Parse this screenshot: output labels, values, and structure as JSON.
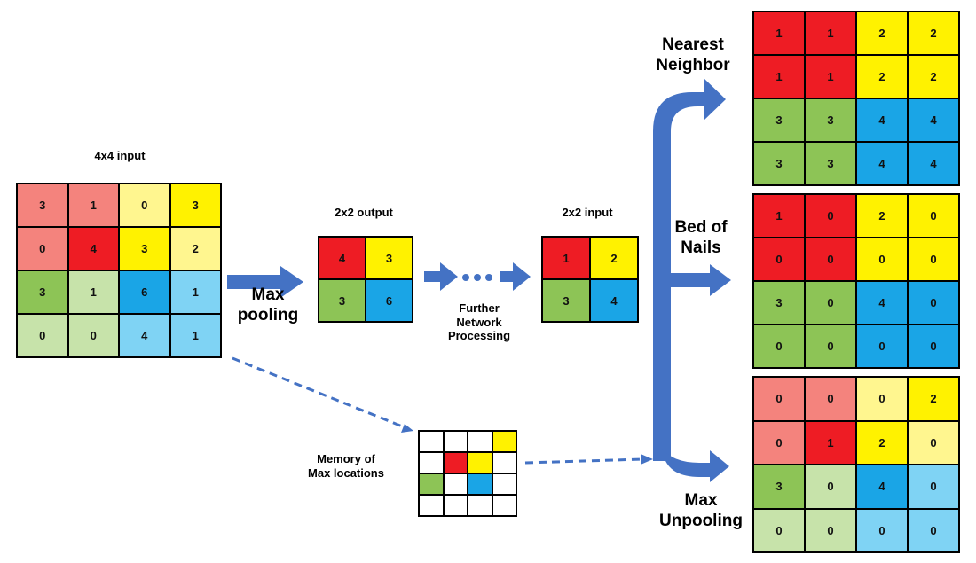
{
  "colors": {
    "red": "#ee1c24",
    "pink": "#f4837d",
    "yellow": "#fff200",
    "light_yellow": "#fff68f",
    "green": "#8dc456",
    "light_green": "#c7e3aa",
    "blue": "#1aa5e6",
    "light_blue": "#7fd3f4",
    "white": "#ffffff",
    "arrow": "#4472c4"
  },
  "labels": {
    "input_4x4": "4x4 input",
    "max_pooling": "Max\npooling",
    "output_2x2": "2x2 output",
    "further": "Further\nNetwork\nProcessing",
    "input_2x2": "2x2 input",
    "nearest_neighbor": "Nearest\nNeighbor",
    "bed_of_nails": "Bed of\nNails",
    "max_unpooling": "Max\nUnpooling",
    "memory": "Memory of\nMax locations"
  },
  "grids": {
    "input_4x4": {
      "values": [
        [
          "3",
          "1",
          "0",
          "3"
        ],
        [
          "0",
          "4",
          "3",
          "2"
        ],
        [
          "3",
          "1",
          "6",
          "1"
        ],
        [
          "0",
          "0",
          "4",
          "1"
        ]
      ],
      "colors": [
        [
          "pink",
          "pink",
          "light_yellow",
          "yellow"
        ],
        [
          "pink",
          "red",
          "yellow",
          "light_yellow"
        ],
        [
          "green",
          "light_green",
          "blue",
          "light_blue"
        ],
        [
          "light_green",
          "light_green",
          "light_blue",
          "light_blue"
        ]
      ]
    },
    "output_2x2": {
      "values": [
        [
          "4",
          "3"
        ],
        [
          "3",
          "6"
        ]
      ],
      "colors": [
        [
          "red",
          "yellow"
        ],
        [
          "green",
          "blue"
        ]
      ]
    },
    "input_2x2": {
      "values": [
        [
          "1",
          "2"
        ],
        [
          "3",
          "4"
        ]
      ],
      "colors": [
        [
          "red",
          "yellow"
        ],
        [
          "green",
          "blue"
        ]
      ]
    },
    "memory": {
      "values": [
        [
          "",
          "",
          "",
          ""
        ],
        [
          "",
          "",
          "",
          ""
        ],
        [
          "",
          "",
          "",
          ""
        ],
        [
          "",
          "",
          "",
          ""
        ]
      ],
      "colors": [
        [
          "white",
          "white",
          "white",
          "yellow"
        ],
        [
          "white",
          "red",
          "yellow",
          "white"
        ],
        [
          "green",
          "white",
          "blue",
          "white"
        ],
        [
          "white",
          "white",
          "white",
          "white"
        ]
      ]
    },
    "nearest_neighbor": {
      "values": [
        [
          "1",
          "1",
          "2",
          "2"
        ],
        [
          "1",
          "1",
          "2",
          "2"
        ],
        [
          "3",
          "3",
          "4",
          "4"
        ],
        [
          "3",
          "3",
          "4",
          "4"
        ]
      ],
      "colors": [
        [
          "red",
          "red",
          "yellow",
          "yellow"
        ],
        [
          "red",
          "red",
          "yellow",
          "yellow"
        ],
        [
          "green",
          "green",
          "blue",
          "blue"
        ],
        [
          "green",
          "green",
          "blue",
          "blue"
        ]
      ]
    },
    "bed_of_nails": {
      "values": [
        [
          "1",
          "0",
          "2",
          "0"
        ],
        [
          "0",
          "0",
          "0",
          "0"
        ],
        [
          "3",
          "0",
          "4",
          "0"
        ],
        [
          "0",
          "0",
          "0",
          "0"
        ]
      ],
      "colors": [
        [
          "red",
          "red",
          "yellow",
          "yellow"
        ],
        [
          "red",
          "red",
          "yellow",
          "yellow"
        ],
        [
          "green",
          "green",
          "blue",
          "blue"
        ],
        [
          "green",
          "green",
          "blue",
          "blue"
        ]
      ]
    },
    "max_unpooling": {
      "values": [
        [
          "0",
          "0",
          "0",
          "2"
        ],
        [
          "0",
          "1",
          "2",
          "0"
        ],
        [
          "3",
          "0",
          "4",
          "0"
        ],
        [
          "0",
          "0",
          "0",
          "0"
        ]
      ],
      "colors": [
        [
          "pink",
          "pink",
          "light_yellow",
          "yellow"
        ],
        [
          "pink",
          "red",
          "yellow",
          "light_yellow"
        ],
        [
          "green",
          "light_green",
          "blue",
          "light_blue"
        ],
        [
          "light_green",
          "light_green",
          "light_blue",
          "light_blue"
        ]
      ]
    }
  }
}
